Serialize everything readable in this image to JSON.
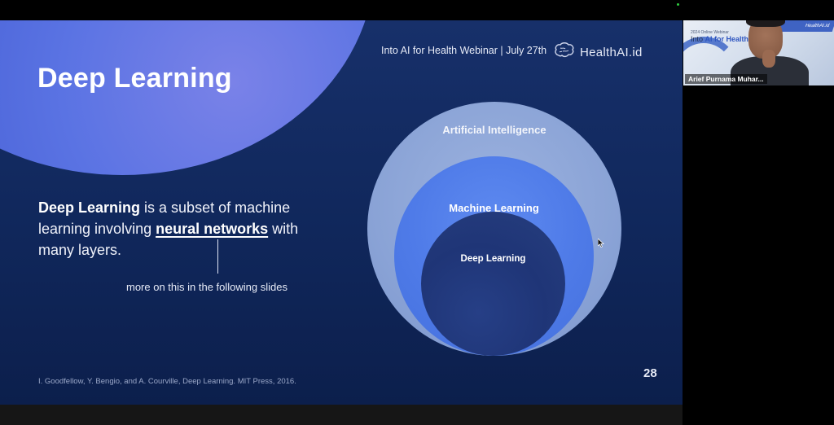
{
  "slide": {
    "title": "Deep Learning",
    "header": "Into AI for Health Webinar | July 27th",
    "brand": "HealthAI.id",
    "body": {
      "term": "Deep Learning",
      "text_before_link": " is a subset of machine learning involving ",
      "link_text": "neural networks",
      "text_after_link": " with many layers."
    },
    "note": "more on this in the following slides",
    "citation": "I. Goodfellow, Y. Bengio, and A. Courville, Deep Learning. MIT Press, 2016.",
    "page_number": "28",
    "diagram": {
      "outer": "Artificial Intelligence",
      "middle": "Machine Learning",
      "inner": "Deep Learning"
    }
  },
  "video": {
    "participant_name": "Arief Purnama Muhar...",
    "banner_tag": "2024 Online Webinar",
    "banner_prefix": "Into ",
    "banner_highlight": "AI for Health",
    "banner_logo": "HealthAI.id"
  },
  "colors": {
    "slide_background": "#12295f",
    "accent_blob": "#5a73e3",
    "ai_circle": "#8aa3d6",
    "ml_circle": "#4f7be8",
    "dl_circle": "#1f3577",
    "active_indicator": "#2ecc40"
  },
  "icons": [
    "brain-logo-icon",
    "mouse-cursor-icon",
    "active-speaker-indicator-icon"
  ]
}
